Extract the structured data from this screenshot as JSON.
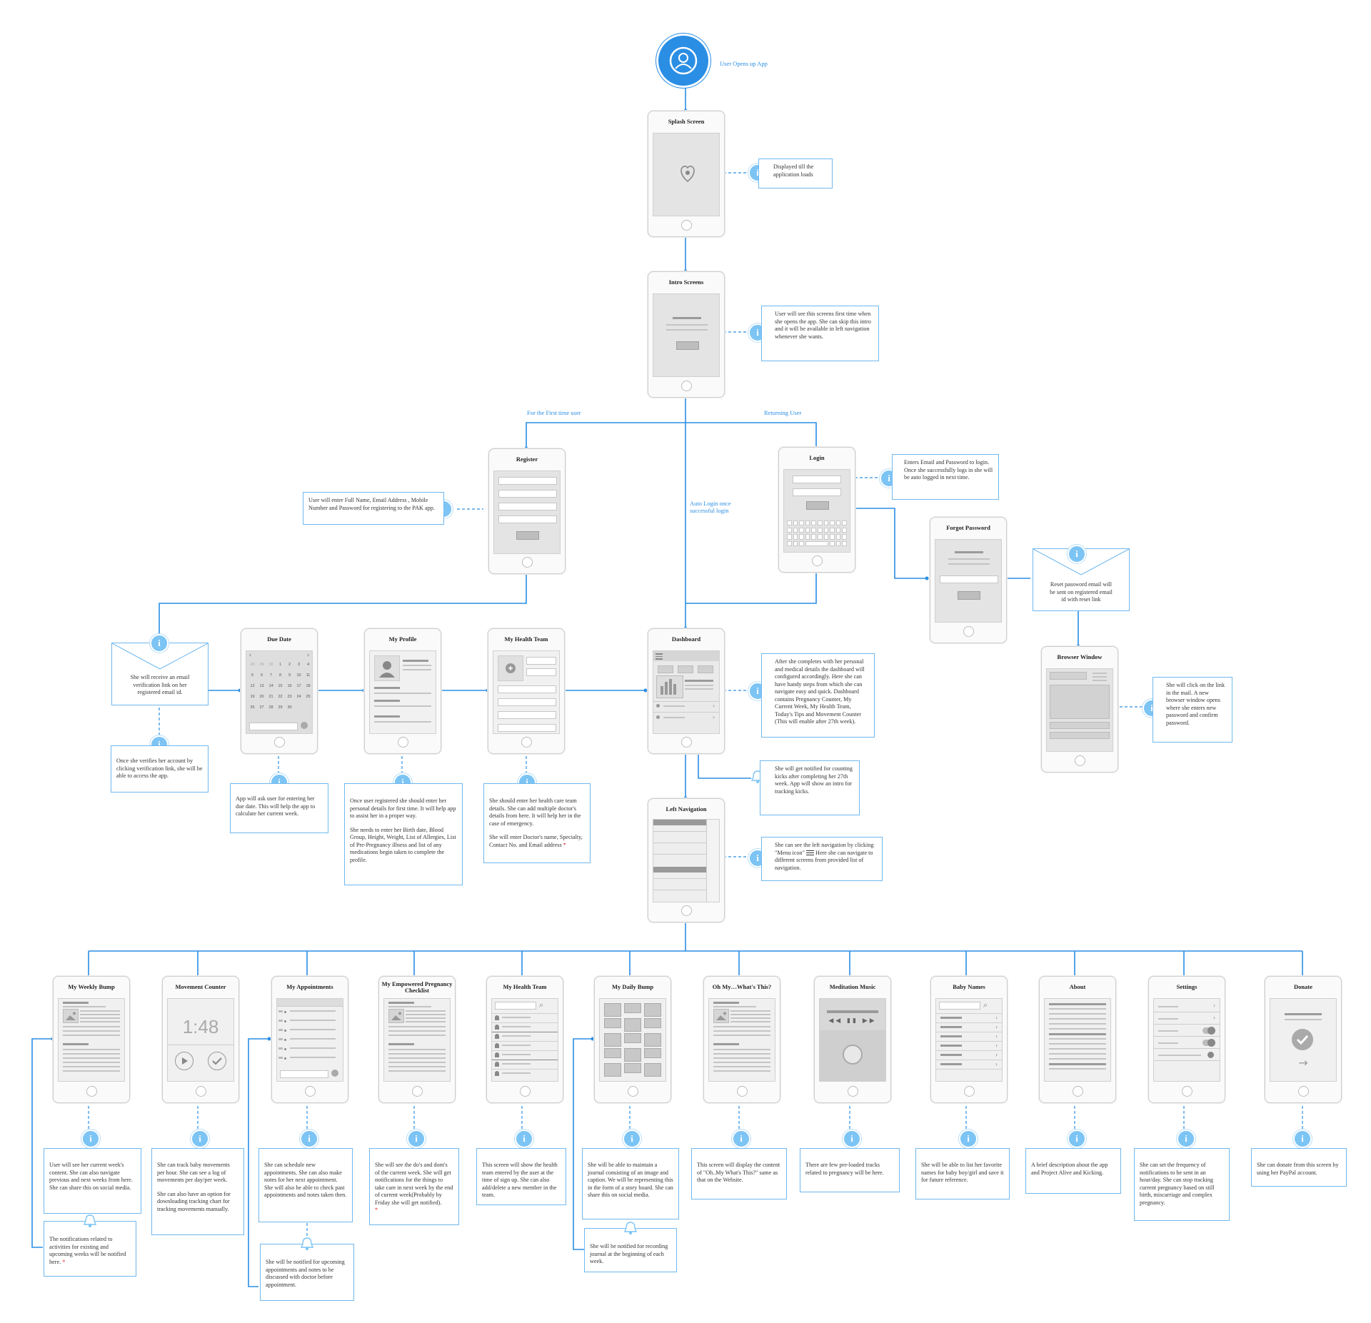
{
  "start": {
    "label": "User Opens up App",
    "icon": "user-icon"
  },
  "branch_labels": {
    "first_time": "For the First time user",
    "returning": "Returning User",
    "auto_login": "Auto Login once successful login"
  },
  "screens": {
    "splash": "Splash Screen",
    "intro": "Intro Screens",
    "register": "Register",
    "login": "Login",
    "forgot": "Forgot Password",
    "browser": "Browser Window",
    "due_date": "Due Date",
    "profile": "My Profile",
    "health_team": "My Health Team",
    "dashboard": "Dashboard",
    "left_nav": "Left Navigation"
  },
  "movement_time": "1:48",
  "notes": {
    "splash": "Displayed till the application loads",
    "intro": "User will see this screens first time when she opens the app. She can skip this intro and it will be available in left navigation whenever she wants.",
    "login": "Enters Email and Password to login. Once she successfully logs in she will be auto logged in next time.",
    "register": "User will enter Full Name, Email Address , Mobile Number and Password for registering to the PAK app.",
    "reset": "Reset password email will be sent on registered email id with reset link",
    "email_verify": "She will receive an email verification link on her registered email id.",
    "verified": "Once she verifies her account by clicking verification link, she will be able to access the app.",
    "due_date": "App will ask user for entering her due date. This will help the app to calculate her current week.",
    "profile_1": "Once user registered she should enter her personal details for first time. It will help app to assist her in a proper way.",
    "profile_2": "She needs to enter her Birth date, Blood Group, Height, Weight, List of Allergies, List of Pre-Pregnancy illness and list of any medications begin taken to complete the profile.",
    "team_1": "She should enter her health care team details. She can add multiple doctor's details from here. It will help her in the case of emergency.",
    "team_2": "She will enter Doctor's name, Specialty, Contact No. and Email address",
    "dashboard": "After she completes with her personal and medical details the dashboard will configured accordingly. Here she can have handy steps from which she can navigate easy and quick. Dashboard contains Pregnancy Counter, My Current Week, My Health Team, Today's Tips and Movement Counter (This will enable after 27th week).",
    "kick_notify": "She will get notified for counting kicks after completing her 27th week. App will show an intro for tracking kicks.",
    "browser": "She will click on the link in the mail. A new browser window opens where she enters new password and confirm password.",
    "left_nav_1": "She can see the left navigation by clicking \"Menu icon\"",
    "left_nav_2": "Here she can navigate to different screens from provided list of navigation.",
    "star": "*"
  },
  "bottom": [
    {
      "title": "My Weekly Bump",
      "note": "User will see her current week's content. She can also navigate previous and next weeks from here. She can share this on social media.",
      "note2": "",
      "notify": "The notifications related to activities for existing and upcoming weeks will be notified here.",
      "notify_star": "*"
    },
    {
      "title": "Movement Counter",
      "note": "She can track baby movements per hour. She can see a log of movements per day/per week.",
      "note2": "She can also have an option for downloading tracking chart for tracking movements manually.",
      "notify": "",
      "notify_star": ""
    },
    {
      "title": "My Appointments",
      "note": "She can schedule new appointments. She can also make notes for her next appointment. She will also be able to check past appointments and notes taken then.",
      "note2": "",
      "notify": "She will be notified for upcoming appointments and notes to be discussed with doctor before appointment.",
      "notify_star": ""
    },
    {
      "title": "My Empowered Pregnancy Checklist",
      "note": "She will see the do's and dont's of the current week. She will get notifications for the things to take care in next week by the end of current week(Probably by Friday she will get notified).",
      "note_star": "*",
      "note2": "",
      "notify": "",
      "notify_star": ""
    },
    {
      "title": "My Health Team",
      "note": "This screen will show the health team entered by the user at the time of sign up. She can also add/delete a new member in the team.",
      "note2": "",
      "notify": "",
      "notify_star": ""
    },
    {
      "title": "My Daily Bump",
      "note": "She will be able to maintain a journal consisting of an image and caption. We will be representing this in the form of a story board. She can share this on social media.",
      "note2": "",
      "notify": "She will be notified for recording journal at the beginning of each week.",
      "notify_star": ""
    },
    {
      "title": "Oh My…What's This?",
      "note": "This screen will display the content of \"Oh..My What's This?\" same as that on the Website.",
      "note2": "",
      "notify": "",
      "notify_star": ""
    },
    {
      "title": "Meditation Music",
      "note": "There are few pre-loaded tracks related to pregnancy will be here.",
      "note2": "",
      "notify": "",
      "notify_star": ""
    },
    {
      "title": "Baby Names",
      "note": "She will be able to list her favorite names for baby boy/girl and save it for future reference.",
      "note2": "",
      "notify": "",
      "notify_star": ""
    },
    {
      "title": "About",
      "note": "A brief description about the app and Project Alive and Kicking.",
      "note2": "",
      "notify": "",
      "notify_star": ""
    },
    {
      "title": "Settings",
      "note": "She can set the frequency of notifications to be sent in an hour/day. She can stop tracking current pregnancy based on still birth, miscarriage and complex pregnancy.",
      "note2": "",
      "notify": "",
      "notify_star": ""
    },
    {
      "title": "Donate",
      "note": "She can donate from this screen by using her PayPal account.",
      "note2": "",
      "notify": "",
      "notify_star": ""
    }
  ],
  "calendar": {
    "rows": [
      [
        "28",
        "29",
        "30",
        "1",
        "2",
        "3",
        "4"
      ],
      [
        "5",
        "6",
        "7",
        "8",
        "9",
        "10",
        "11"
      ],
      [
        "12",
        "13",
        "14",
        "15",
        "16",
        "17",
        "18"
      ],
      [
        "19",
        "20",
        "21",
        "22",
        "23",
        "24",
        "25"
      ],
      [
        "26",
        "27",
        "28",
        "29",
        "30",
        "",
        ""
      ]
    ]
  },
  "colors": {
    "accent": "#2a8ee4",
    "info": "#7cc4f4",
    "phone_border": "#cfcfcf",
    "screen": "#e4e4e4"
  },
  "icons": {
    "info": "info-icon",
    "bell": "bell-icon",
    "menu": "menu-icon",
    "logo": "baby-logo-icon"
  }
}
